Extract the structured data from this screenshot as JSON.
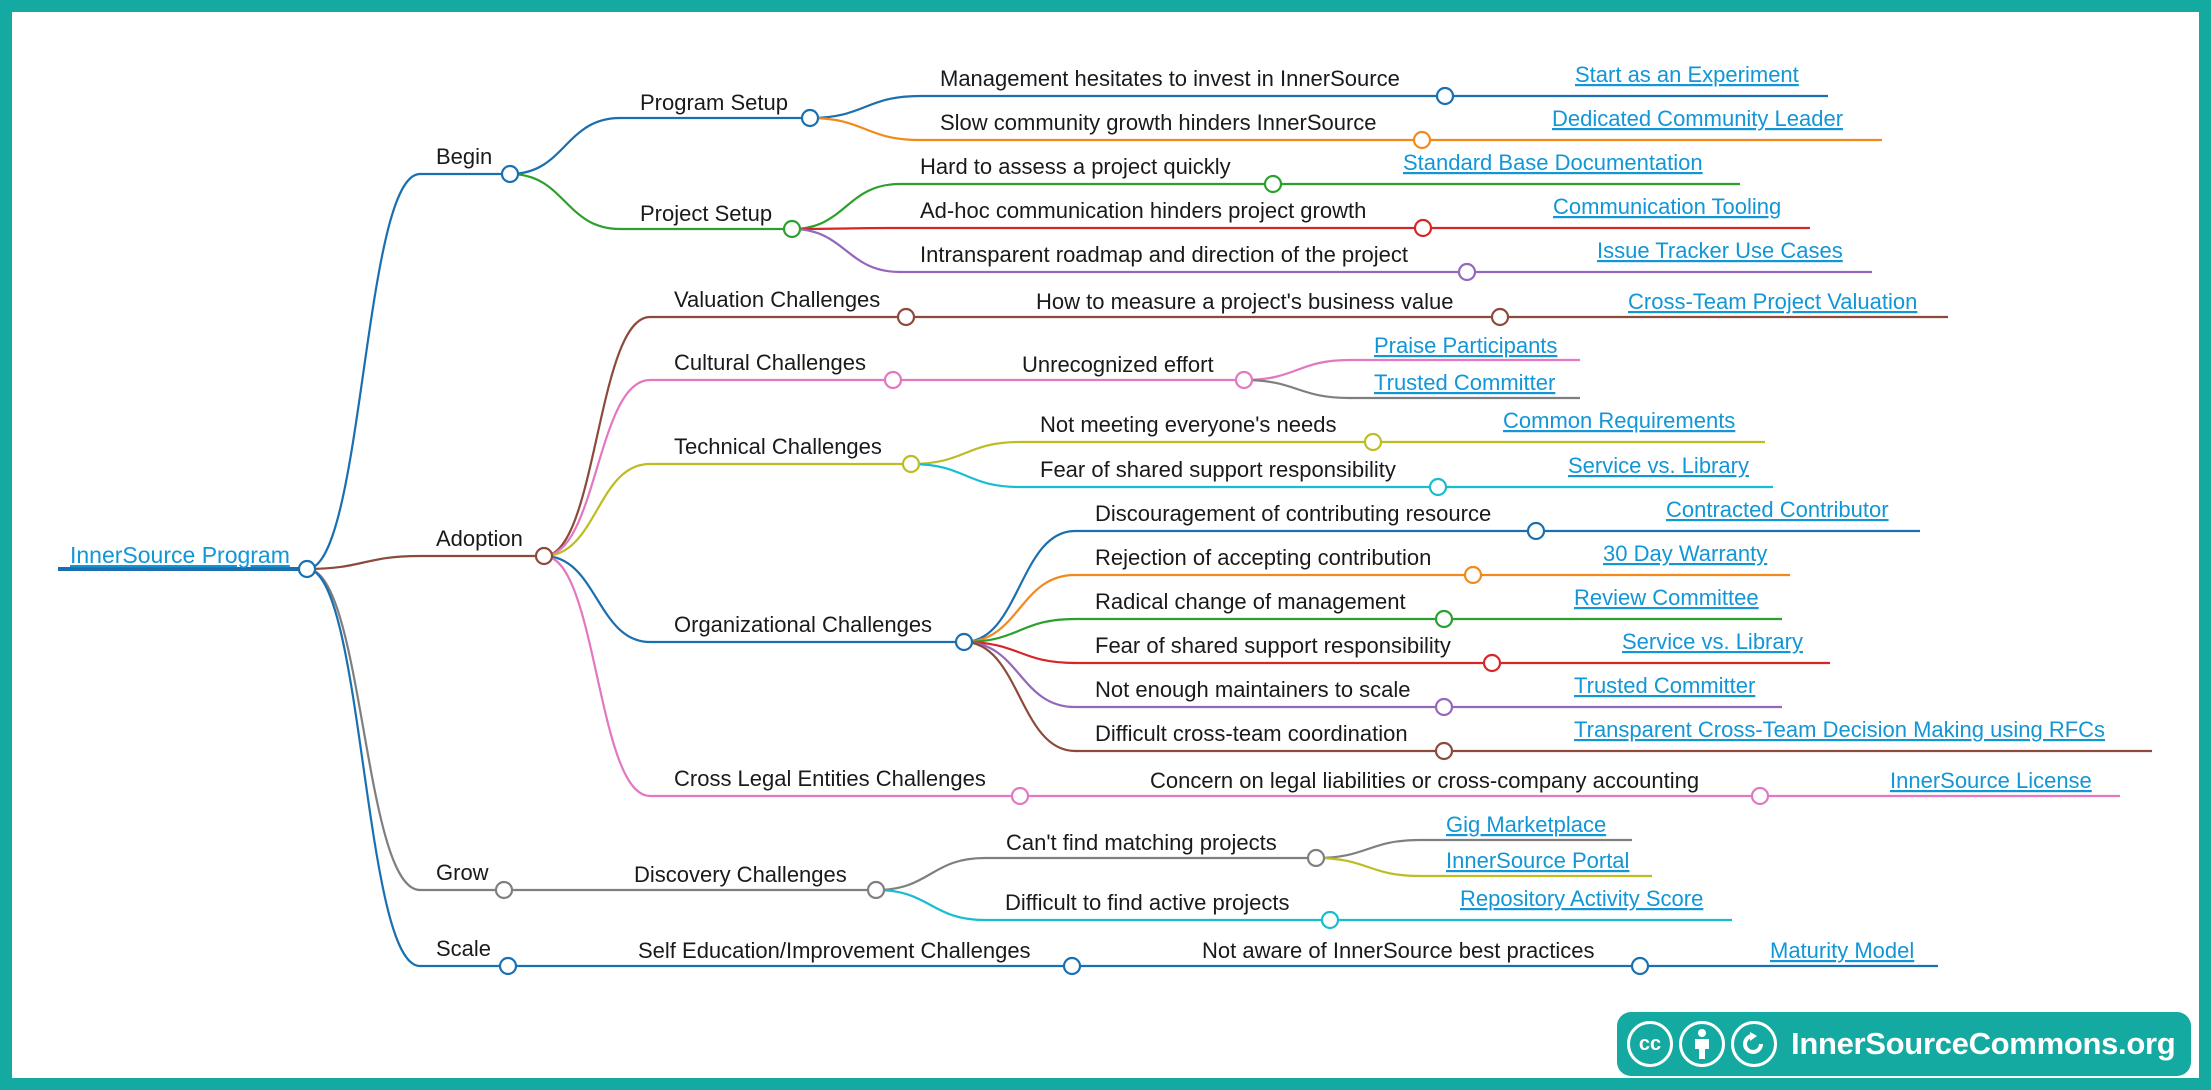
{
  "root": {
    "label": "InnerSource Program"
  },
  "branches": {
    "begin": {
      "label": "Begin",
      "color": "#1a6fb0",
      "program_setup": {
        "label": "Program Setup",
        "p1": {
          "label": "Management hesitates to invest in InnerSource",
          "link": "Start as an Experiment",
          "color": "#1a6fb0"
        },
        "p2": {
          "label": "Slow community growth hinders InnerSource",
          "link": "Dedicated Community Leader",
          "color": "#f28a1b"
        }
      },
      "project_setup": {
        "label": "Project Setup",
        "color": "#2ca02c",
        "p1": {
          "label": "Hard to assess a project quickly",
          "link": "Standard Base Documentation",
          "color": "#2ca02c"
        },
        "p2": {
          "label": "Ad-hoc communication hinders project growth",
          "link": "Communication Tooling",
          "color": "#d62728"
        },
        "p3": {
          "label": "Intransparent roadmap and direction of the project",
          "link": "Issue Tracker Use Cases",
          "color": "#9467bd"
        }
      }
    },
    "adoption": {
      "label": "Adoption",
      "color": "#8c4a3a",
      "valuation": {
        "label": "Valuation Challenges",
        "color": "#8c4a3a",
        "p1": {
          "label": "How to measure a project's business value",
          "link": "Cross-Team Project Valuation"
        }
      },
      "cultural": {
        "label": "Cultural Challenges",
        "color": "#e377c2",
        "p1": {
          "label": "Unrecognized effort",
          "links": [
            "Praise Participants",
            "Trusted Committer"
          ],
          "link_colors": [
            "#e377c2",
            "#7f7f7f"
          ]
        }
      },
      "technical": {
        "label": "Technical Challenges",
        "color": "#bcbd22",
        "p1": {
          "label": "Not meeting everyone's needs",
          "link": "Common Requirements",
          "color": "#bcbd22"
        },
        "p2": {
          "label": "Fear of shared support responsibility",
          "link": "Service vs. Library",
          "color": "#17becf"
        }
      },
      "organizational": {
        "label": "Organizational Challenges",
        "color": "#1a6fb0",
        "p1": {
          "label": "Discouragement of contributing resource",
          "link": "Contracted Contributor",
          "color": "#1a6fb0"
        },
        "p2": {
          "label": "Rejection of accepting contribution",
          "link": "30 Day Warranty",
          "color": "#f28a1b"
        },
        "p3": {
          "label": "Radical change of management",
          "link": "Review Committee",
          "color": "#2ca02c"
        },
        "p4": {
          "label": "Fear of shared support responsibility",
          "link": "Service vs. Library",
          "color": "#d62728"
        },
        "p5": {
          "label": "Not enough maintainers to scale",
          "link": "Trusted Committer",
          "color": "#9467bd"
        },
        "p6": {
          "label": "Difficult cross-team coordination",
          "link": "Transparent Cross-Team Decision Making using RFCs",
          "color": "#8c4a3a"
        }
      },
      "legal": {
        "label": "Cross Legal Entities Challenges",
        "color": "#e377c2",
        "p1": {
          "label": "Concern on legal liabilities or cross-company accounting",
          "link": "InnerSource License"
        }
      }
    },
    "grow": {
      "label": "Grow",
      "color": "#7f7f7f",
      "discovery": {
        "label": "Discovery Challenges",
        "color": "#7f7f7f",
        "p1": {
          "label": "Can't find matching projects",
          "links": [
            "Gig Marketplace",
            "InnerSource Portal"
          ],
          "link_colors": [
            "#7f7f7f",
            "#bcbd22"
          ]
        },
        "p2": {
          "label": "Difficult to find active projects",
          "link": "Repository Activity Score",
          "color": "#17becf"
        }
      }
    },
    "scale": {
      "label": "Scale",
      "color": "#1a6fb0",
      "self_education": {
        "label": "Self Education/Improvement Challenges",
        "p1": {
          "label": "Not aware of InnerSource best practices",
          "link": "Maturity Model"
        }
      }
    }
  },
  "footer": {
    "site": "InnerSourceCommons.org",
    "license_icons": [
      "cc-icon",
      "attribution-icon",
      "share-alike-icon"
    ],
    "cc_text": "cc",
    "brand_color": "#14aaa2"
  }
}
